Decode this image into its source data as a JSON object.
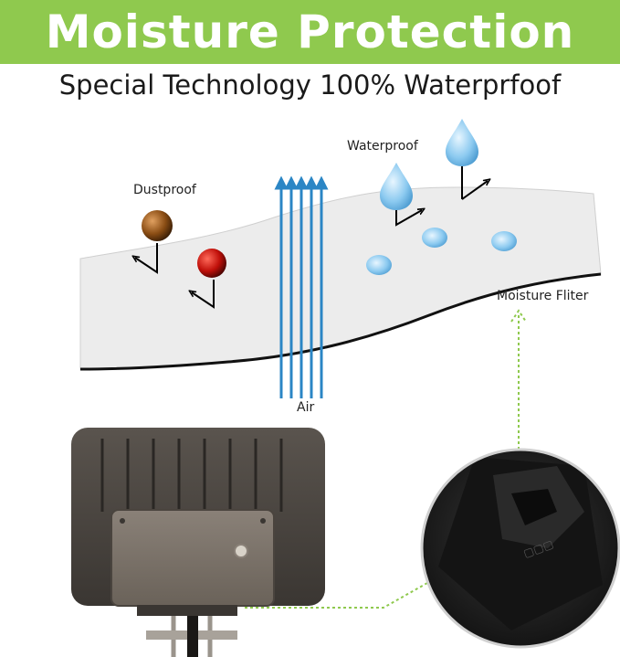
{
  "banner": {
    "title": "Moisture Protection"
  },
  "subtitle": "Special Technology 100% Waterprfoof",
  "diagram": {
    "waterproof_label": "Waterproof",
    "dustproof_label": "Dustproof",
    "moisture_filter_label": "Moisture Fliter",
    "air_label": "Air"
  },
  "colors": {
    "banner": "#8fc94e",
    "air_arrows": "#2b86c5",
    "leader_line": "#8fc94e",
    "membrane": "#ececec",
    "housing": "#4a4540"
  }
}
